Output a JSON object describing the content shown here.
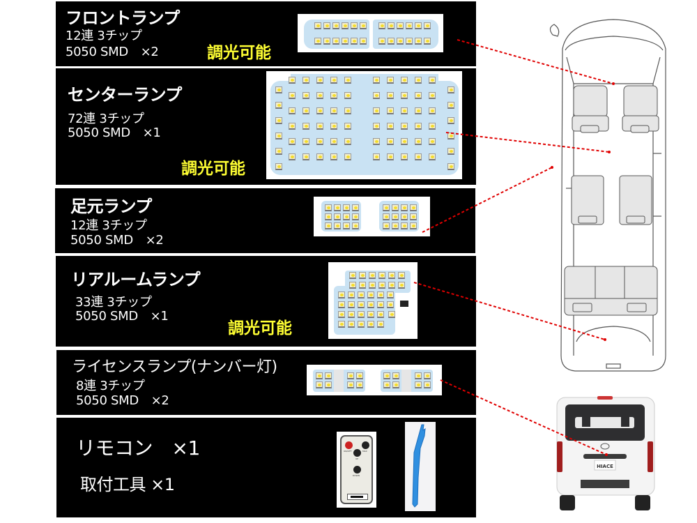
{
  "items": [
    {
      "title": "フロントランプ",
      "spec_line1": "12連 3チップ",
      "spec_line2": "5050 SMD　×2",
      "dimmable": "調光可能"
    },
    {
      "title": "センターランプ",
      "spec_line1": "72連 3チップ",
      "spec_line2": "5050 SMD　×1",
      "dimmable": "調光可能"
    },
    {
      "title": "足元ランプ",
      "spec_line1": "12連 3チップ",
      "spec_line2": "5050 SMD　×2"
    },
    {
      "title": "リアルームランプ",
      "spec_line1": "33連 3チップ",
      "spec_line2": "5050 SMD　×1",
      "dimmable": "調光可能"
    },
    {
      "title": "ライセンスランプ(ナンバー灯)",
      "spec_line1": "8連 3チップ",
      "spec_line2": "5050 SMD　×2"
    }
  ],
  "accessories": {
    "remote": "リモコン　×1",
    "tool": "取付工具 ×1"
  },
  "remote_labels": {
    "onoff": "ON/OFF",
    "max": "MAX",
    "up": "UP",
    "down": "DOWN"
  },
  "van_plate": "HIACE",
  "colors": {
    "panel_bg": "#000000",
    "text": "#ffffff",
    "dimmable_text": "#ffff33",
    "leader_line": "#e00000",
    "board": "#c9e2f3",
    "tool_blue": "#2f8fe0"
  }
}
